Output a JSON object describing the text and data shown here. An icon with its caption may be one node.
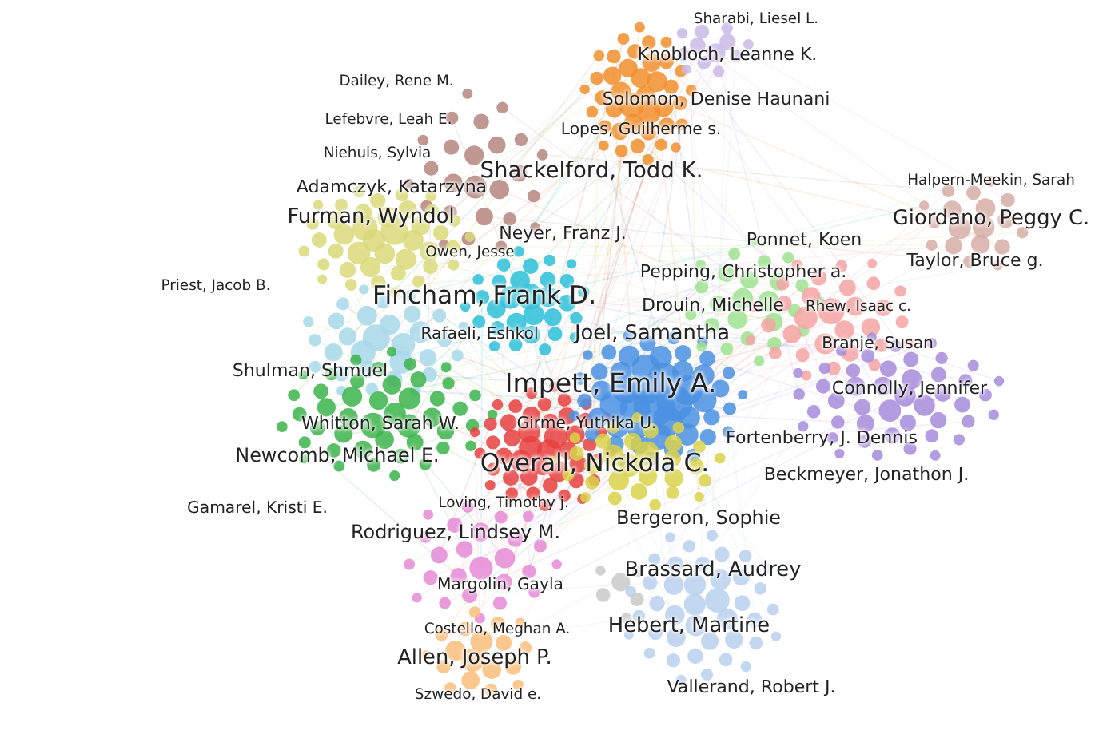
{
  "diagram": {
    "labels": [
      "Sharabi, Liesel L.",
      "Knobloch, Leanne K.",
      "Dailey, Rene M.",
      "Solomon, Denise Haunani",
      "Lefebvre, Leah E.",
      "Lopes, Guilherme s.",
      "Halpern-Meekin, Sarah",
      "Niehuis, Sylvia",
      "Shackelford, Todd K.",
      "Adamczyk, Katarzyna",
      "Giordano, Peggy C.",
      "Furman, Wyndol",
      "Neyer, Franz J.",
      "Ponnet, Koen",
      "Owen, Jesse",
      "Taylor, Bruce g.",
      "Pepping, Christopher a.",
      "Priest, Jacob B.",
      "Fincham, Frank D.",
      "Drouin, Michelle",
      "Rhew, Isaac c.",
      "Rafaeli, Eshkol",
      "Joel, Samantha",
      "Branje, Susan",
      "Shulman, Shmuel",
      "Impett, Emily A.",
      "Connolly, Jennifer",
      "Whitton, Sarah W.",
      "Girme, Yuthika U.",
      "Fortenberry, J. Dennis",
      "Newcomb, Michael E.",
      "Overall, Nickola C.",
      "Beckmeyer, Jonathon J.",
      "Gamarel, Kristi E.",
      "Loving, Timothy j.",
      "Bergeron, Sophie",
      "Rodriguez, Lindsey M.",
      "Brassard, Audrey",
      "Margolin, Gayla",
      "Hebert, Martine",
      "Costello, Meghan A.",
      "Allen, Joseph P.",
      "Vallerand, Robert J.",
      "Szwedo, David e."
    ]
  }
}
